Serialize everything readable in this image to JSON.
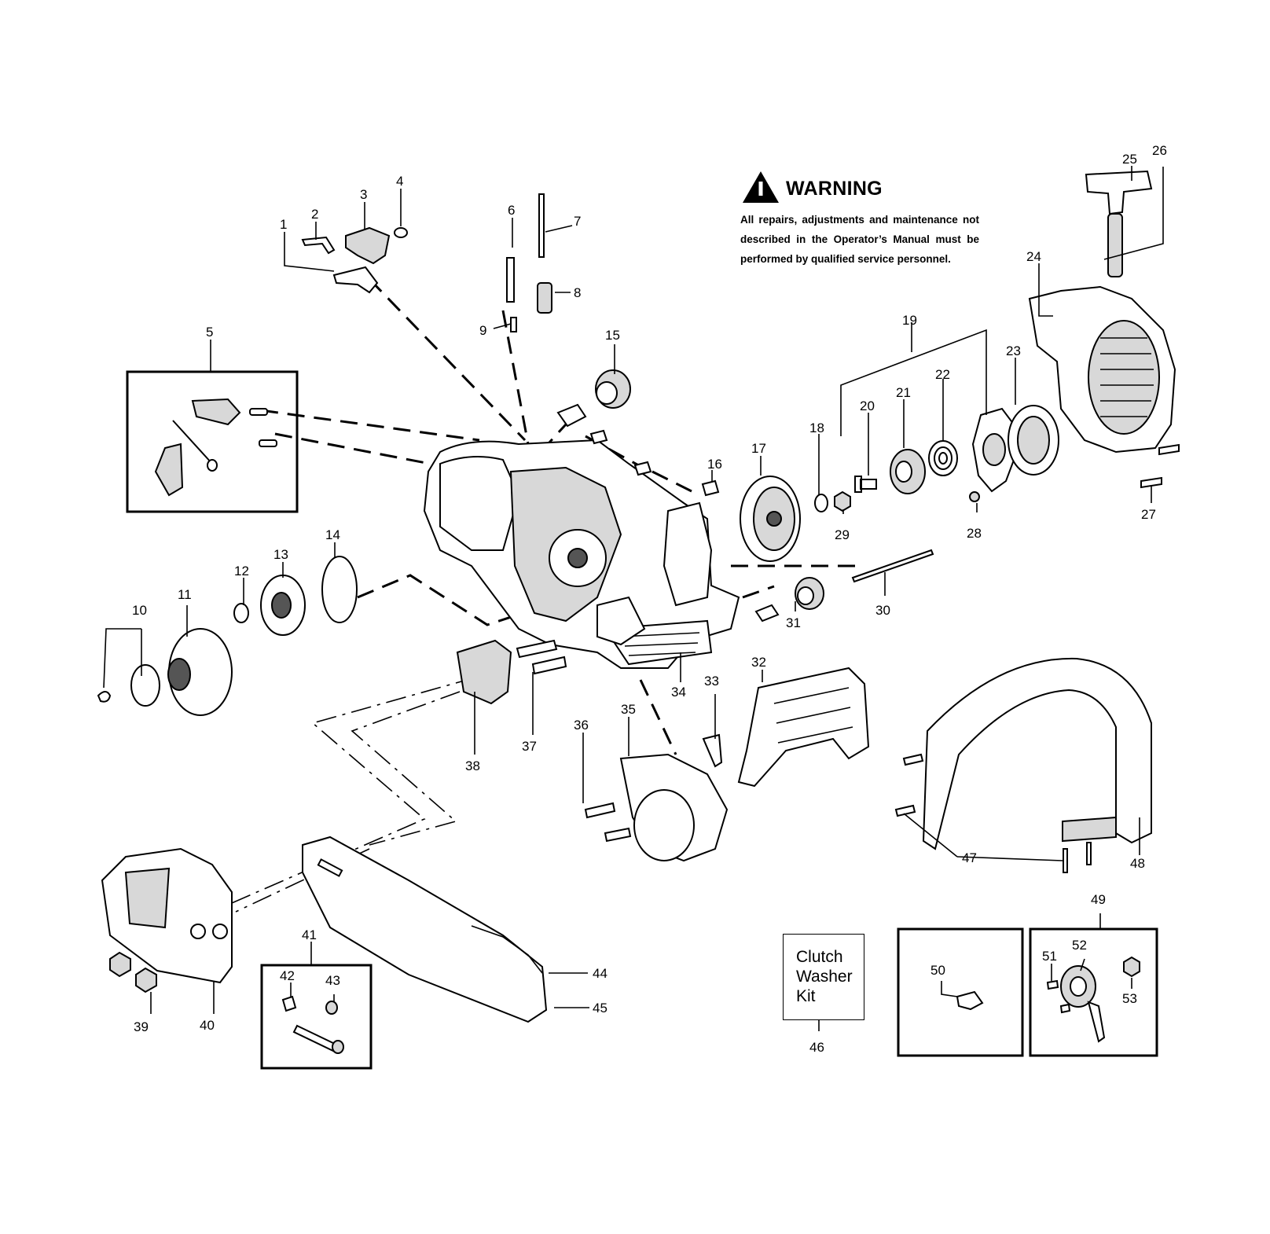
{
  "warning": {
    "title": "WARNING",
    "body": "All repairs, adjustments and maintenance not described in the Operator’s Manual must be performed by qualified  service personnel."
  },
  "kit_box": {
    "line1": "Clutch",
    "line2": "Washer",
    "line3": "Kit"
  },
  "callouts": [
    {
      "id": "1",
      "label": "1"
    },
    {
      "id": "2",
      "label": "2"
    },
    {
      "id": "3",
      "label": "3"
    },
    {
      "id": "4",
      "label": "4"
    },
    {
      "id": "5",
      "label": "5"
    },
    {
      "id": "6",
      "label": "6"
    },
    {
      "id": "7",
      "label": "7"
    },
    {
      "id": "8",
      "label": "8"
    },
    {
      "id": "9",
      "label": "9"
    },
    {
      "id": "10",
      "label": "10"
    },
    {
      "id": "11",
      "label": "11"
    },
    {
      "id": "12",
      "label": "12"
    },
    {
      "id": "13",
      "label": "13"
    },
    {
      "id": "14",
      "label": "14"
    },
    {
      "id": "15",
      "label": "15"
    },
    {
      "id": "16",
      "label": "16"
    },
    {
      "id": "17",
      "label": "17"
    },
    {
      "id": "18",
      "label": "18"
    },
    {
      "id": "19",
      "label": "19"
    },
    {
      "id": "20",
      "label": "20"
    },
    {
      "id": "21",
      "label": "21"
    },
    {
      "id": "22",
      "label": "22"
    },
    {
      "id": "23",
      "label": "23"
    },
    {
      "id": "24",
      "label": "24"
    },
    {
      "id": "25",
      "label": "25"
    },
    {
      "id": "26",
      "label": "26"
    },
    {
      "id": "27",
      "label": "27"
    },
    {
      "id": "28",
      "label": "28"
    },
    {
      "id": "29",
      "label": "29"
    },
    {
      "id": "30",
      "label": "30"
    },
    {
      "id": "31",
      "label": "31"
    },
    {
      "id": "32",
      "label": "32"
    },
    {
      "id": "33",
      "label": "33"
    },
    {
      "id": "34",
      "label": "34"
    },
    {
      "id": "35",
      "label": "35"
    },
    {
      "id": "36",
      "label": "36"
    },
    {
      "id": "37",
      "label": "37"
    },
    {
      "id": "38",
      "label": "38"
    },
    {
      "id": "39",
      "label": "39"
    },
    {
      "id": "40",
      "label": "40"
    },
    {
      "id": "41",
      "label": "41"
    },
    {
      "id": "42",
      "label": "42"
    },
    {
      "id": "43",
      "label": "43"
    },
    {
      "id": "44",
      "label": "44"
    },
    {
      "id": "45",
      "label": "45"
    },
    {
      "id": "46",
      "label": "46"
    },
    {
      "id": "47",
      "label": "47"
    },
    {
      "id": "48",
      "label": "48"
    },
    {
      "id": "49",
      "label": "49"
    },
    {
      "id": "50",
      "label": "50"
    },
    {
      "id": "51",
      "label": "51"
    },
    {
      "id": "52",
      "label": "52"
    },
    {
      "id": "53",
      "label": "53"
    }
  ]
}
